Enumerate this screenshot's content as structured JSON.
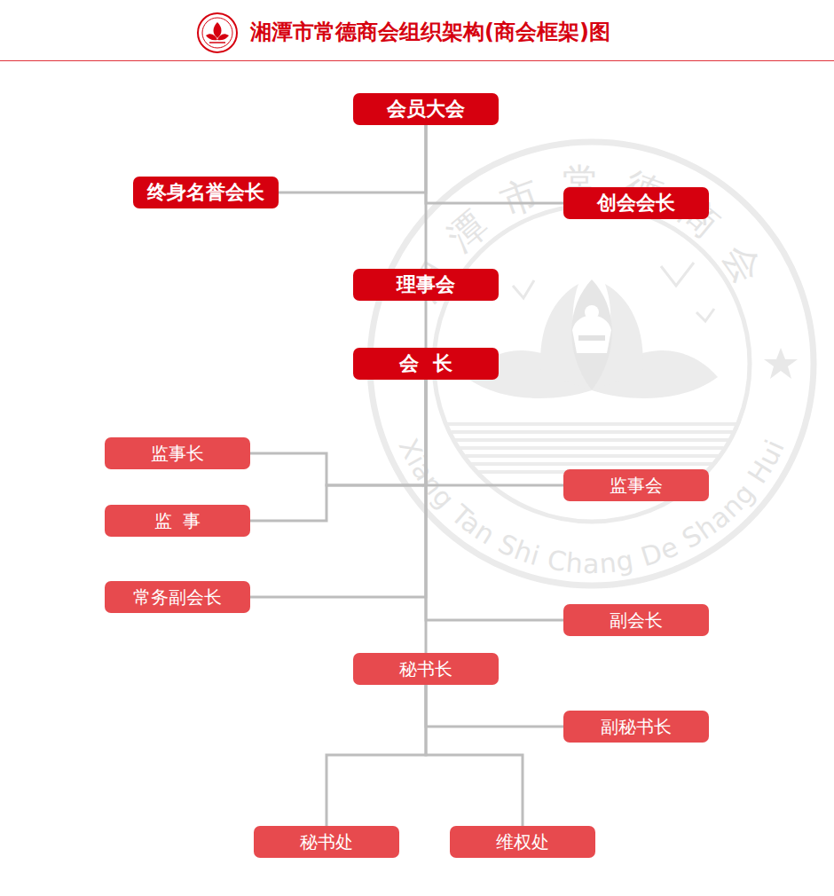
{
  "diagram": {
    "title": "湘潭市常德商会组织架构(商会框架)图",
    "nodes": [
      {
        "text": [
          "会员大会"
        ]
      },
      {
        "text": [
          "终身名誉会长"
        ]
      },
      {
        "text": [
          "创会会长"
        ]
      },
      {
        "text": [
          "理事会"
        ]
      },
      {
        "text": [
          "会  长"
        ]
      },
      {
        "text": [
          "监事长"
        ]
      },
      {
        "text": [
          "监  事"
        ]
      },
      {
        "text": [
          "监事会"
        ]
      },
      {
        "text": [
          "常务副会长"
        ]
      },
      {
        "text": [
          "副会长"
        ]
      },
      {
        "text": [
          "秘书长"
        ]
      },
      {
        "text": [
          "副秘书长"
        ]
      },
      {
        "text": [
          "秘书处"
        ]
      },
      {
        "text": [
          "维权处"
        ]
      }
    ],
    "edges": [
      {
        "from": 0,
        "to": 1,
        "arrow": "none"
      },
      {
        "from": 0,
        "to": 2,
        "arrow": "none"
      },
      {
        "from": 0,
        "to": 3,
        "arrow": "none"
      },
      {
        "from": 3,
        "to": 4,
        "arrow": "none"
      },
      {
        "from": 4,
        "to": 5,
        "arrow": "none"
      },
      {
        "from": 4,
        "to": 6,
        "arrow": "none"
      },
      {
        "from": 4,
        "to": 7,
        "arrow": "none"
      },
      {
        "from": 4,
        "to": 8,
        "arrow": "none"
      },
      {
        "from": 4,
        "to": 9,
        "arrow": "none"
      },
      {
        "from": 4,
        "to": 10,
        "arrow": "none"
      },
      {
        "from": 10,
        "to": 11,
        "arrow": "none"
      },
      {
        "from": 10,
        "to": 12,
        "arrow": "none"
      },
      {
        "from": 10,
        "to": 13,
        "arrow": "none"
      }
    ],
    "labels": [
      "湘潭市常德商会",
      "Xiang Tan Shi Chang De Shang Hui"
    ]
  }
}
